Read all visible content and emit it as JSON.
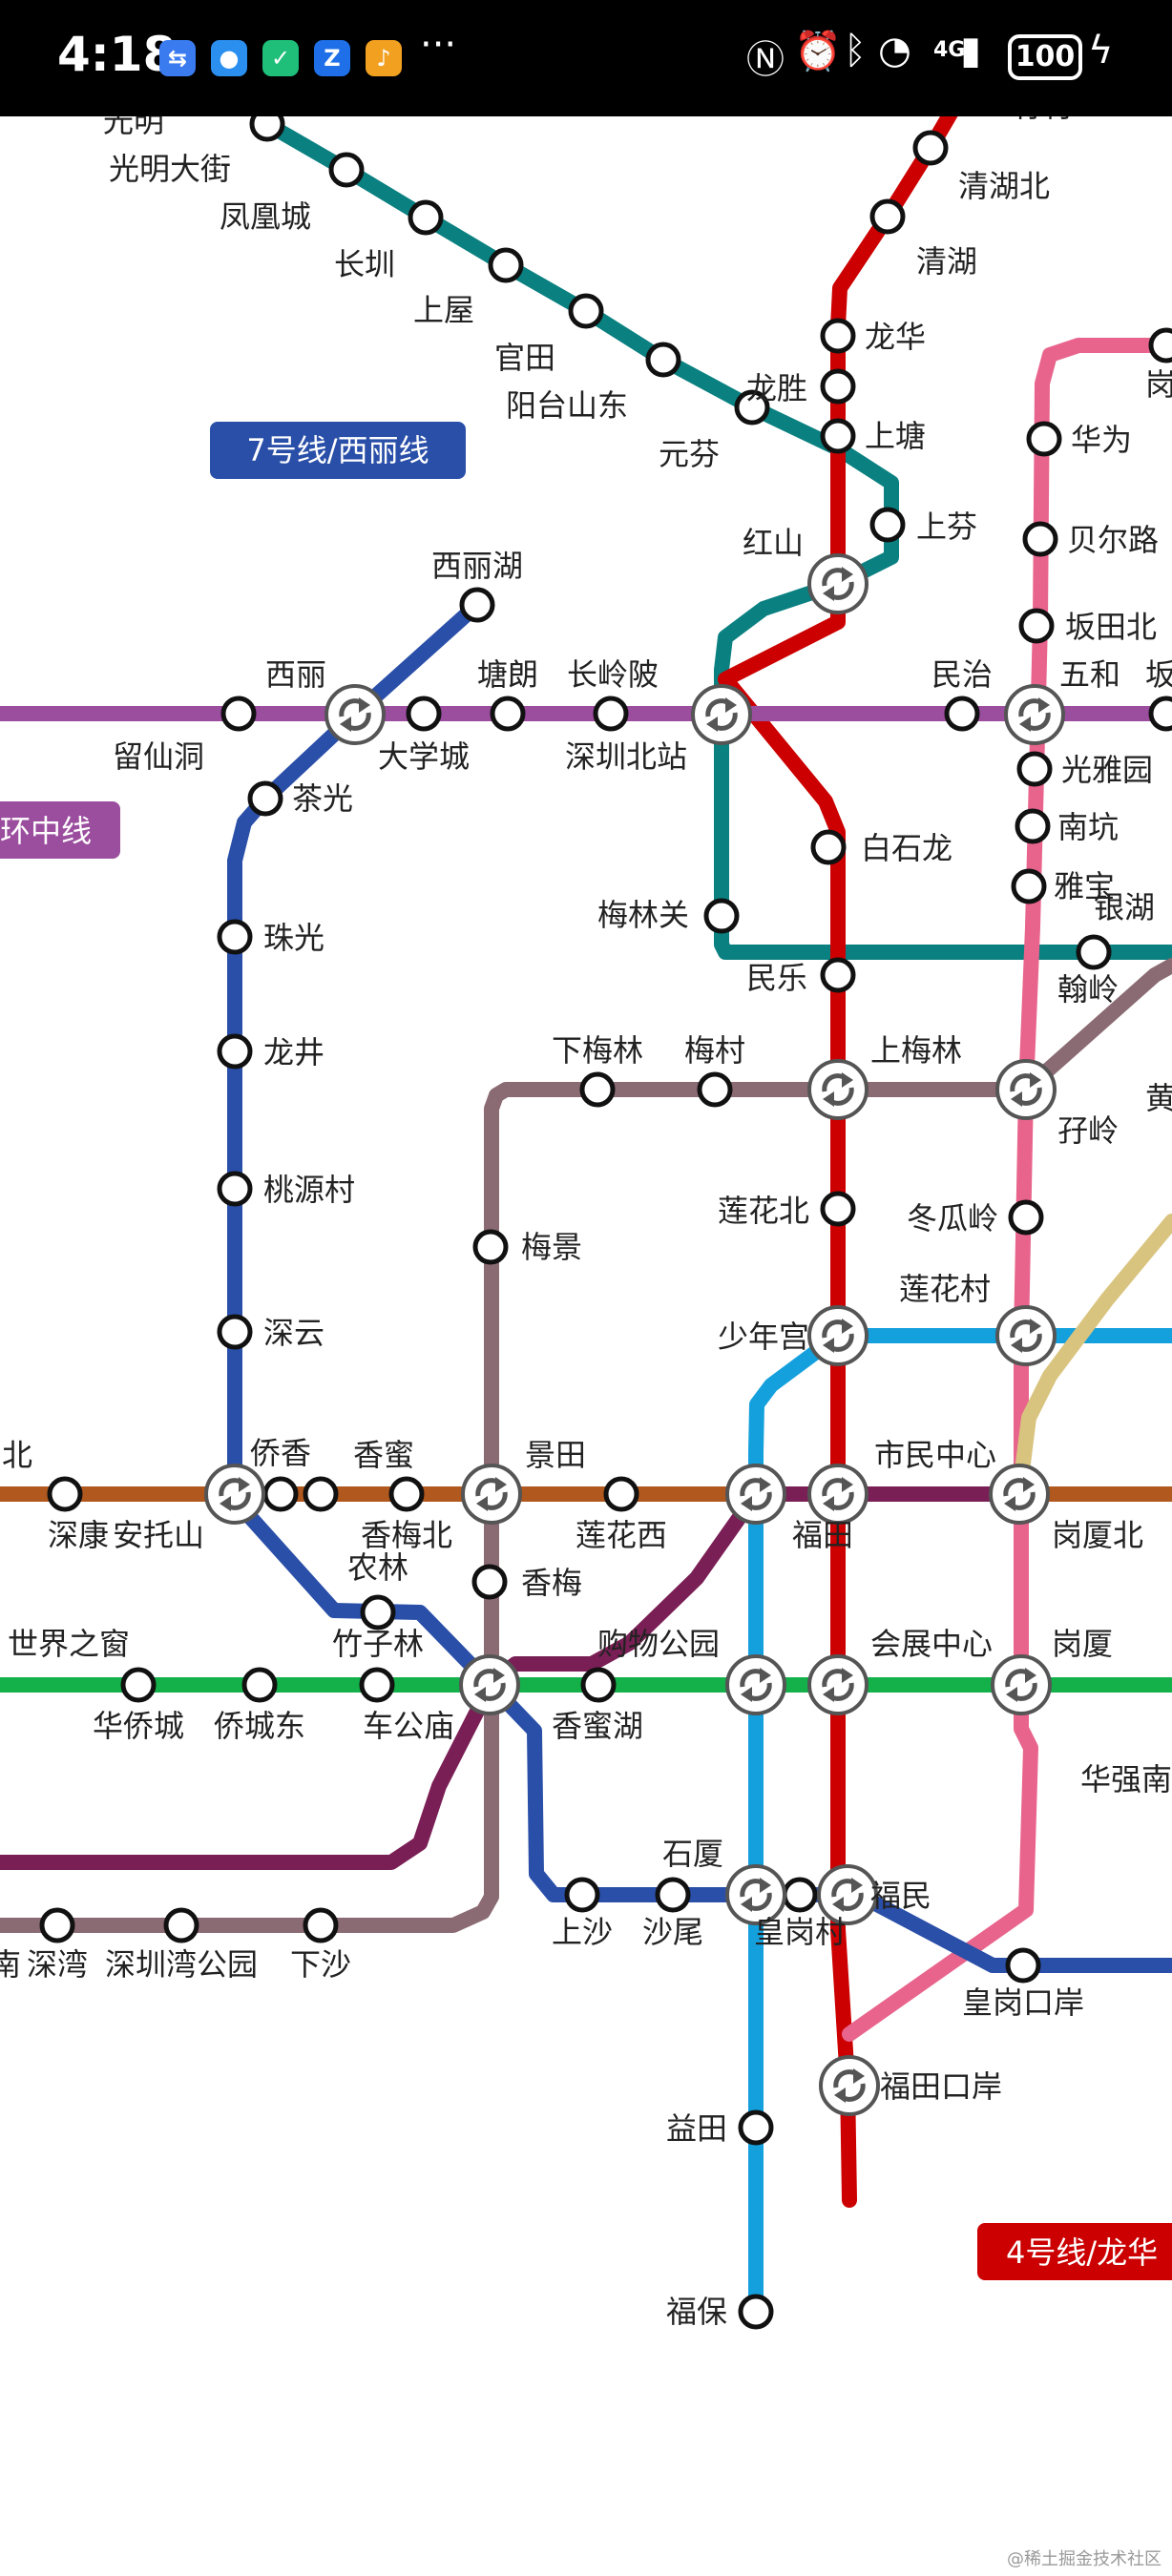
{
  "status_bar": {
    "time": "4:18",
    "app_icons": [
      "usb-icon",
      "message-icon",
      "shield-icon",
      "zhifubao-icon",
      "app-icon"
    ],
    "more": "···",
    "system_icons": [
      "nfc-icon",
      "alarm-off-icon",
      "bluetooth-icon",
      "wifi-icon",
      "4g-signal-icon"
    ],
    "network_label": "4G",
    "battery_level": "100",
    "charging_icon": "bolt-icon"
  },
  "map": {
    "colors": {
      "line4_red": "#cc0000",
      "line7_blue": "#2a4fa8",
      "line5_purple": "#9b4d9e",
      "line6_teal": "#0a8080",
      "line9_mauve": "#8b6b73",
      "line1_green": "#14b14b",
      "line2_orange": "#b0581e",
      "line3_blue": "#14a0dc",
      "line11_maroon": "#7a1f55",
      "line10_pink": "#e8648c",
      "line_beige": "#d9c47f"
    },
    "line_tags": {
      "line7": "7号线/西丽线",
      "line5": "环中线",
      "line4": "4号线/龙华"
    },
    "stations": {
      "guangming": "光明",
      "guangming_dajie": "光明大街",
      "fenghuangcheng": "凤凰城",
      "changzhen": "长圳",
      "shangwu": "上屋",
      "guantian": "官田",
      "yangtai_shandong": "阳台山东",
      "yuanfen": "元芬",
      "longsheng": "龙胜",
      "shangtang": "上塘",
      "shangfen": "上芬",
      "hongshan": "红山",
      "longhua": "龙华",
      "qinghu": "清湖",
      "qinghu_bei": "清湖北",
      "zhuchun": "竹村",
      "gang": "岗",
      "huawei": "华为",
      "beierlu": "贝尔路",
      "bantian_bei": "坂田北",
      "wuhe": "五和",
      "ban": "坂",
      "guangya_yuan": "光雅园",
      "nankeng": "南坑",
      "yabao": "雅宝",
      "yinhu": "银湖",
      "hanling": "翰岭",
      "minzhi": "民治",
      "xilihu": "西丽湖",
      "xili": "西丽",
      "tanglang": "塘朗",
      "changlingpi": "长岭陂",
      "shenzhen_beizhan": "深圳北站",
      "liuxiandong": "留仙洞",
      "daxuecheng": "大学城",
      "chaguang": "茶光",
      "baishilong": "白石龙",
      "meilinguan": "梅林关",
      "minle": "民乐",
      "zhuguang": "珠光",
      "longjing": "龙井",
      "taoyuancun": "桃源村",
      "shenyun": "深云",
      "xiameilin": "下梅林",
      "meicun": "梅村",
      "shangmeilin": "上梅林",
      "ziling": "孖岭",
      "huang": "黄",
      "meijing": "梅景",
      "lianhua_bei": "莲花北",
      "donggualing": "冬瓜岭",
      "shaoniangong": "少年宫",
      "lianhuacun": "莲花村",
      "bei": "北",
      "qiaoxiang": "侨香",
      "xiangmi": "香蜜",
      "jingtian": "景田",
      "shiminzhongxin": "市民中心",
      "shenkang": "深康",
      "antuoshan": "安托山",
      "xiangmeibei": "香梅北",
      "nonglin": "农林",
      "lianhuaxi": "莲花西",
      "futian": "福田",
      "gangxia_bei": "岗厦北",
      "xiangmei": "香梅",
      "shijiezhichuang": "世界之窗",
      "zhuzilin": "竹子林",
      "gouwu_gongyuan": "购物公园",
      "huizhan_zhongxin": "会展中心",
      "gangxia": "岗厦",
      "huaqiaocheng": "华侨城",
      "qiaochengdong": "侨城东",
      "chegongmiao": "车公庙",
      "xiangmihu": "香蜜湖",
      "huaqiang_nan": "华强南",
      "shixia": "石厦",
      "shangsha": "上沙",
      "shawei": "沙尾",
      "huanggangcun": "皇岗村",
      "fumin": "福民",
      "huanggang_kouan": "皇岗口岸",
      "nan_edge": "南",
      "shenwan": "深湾",
      "shenzhenwan_gongyuan": "深圳湾公园",
      "xiasha": "下沙",
      "futian_kouan": "福田口岸",
      "yitian": "益田",
      "fubao": "福保"
    }
  },
  "watermark": "@稀土掘金技术社区"
}
